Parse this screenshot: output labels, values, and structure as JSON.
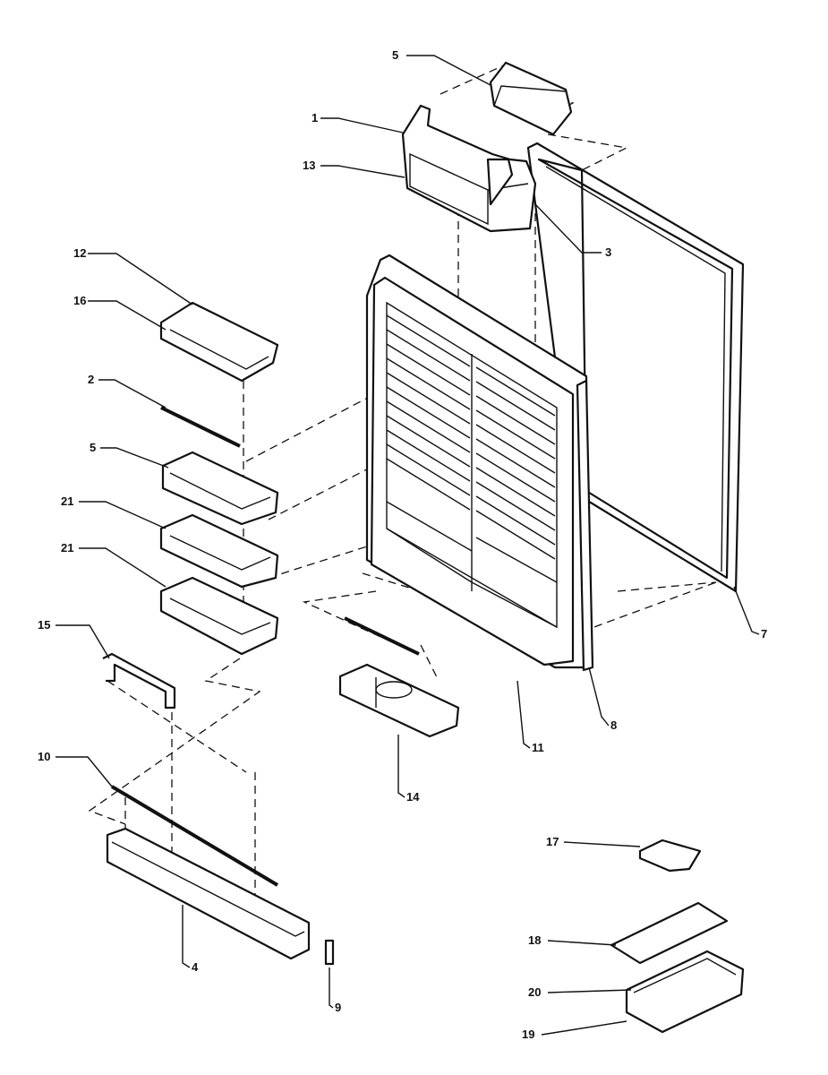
{
  "diagram": {
    "callouts": {
      "p1": "1",
      "p2": "2",
      "p3": "3",
      "p4": "4",
      "p5a": "5",
      "p5b": "5",
      "p7": "7",
      "p8": "8",
      "p9": "9",
      "p10": "10",
      "p11": "11",
      "p12": "12",
      "p13": "13",
      "p14": "14",
      "p15": "15",
      "p16": "16",
      "p17": "17",
      "p18": "18",
      "p19": "19",
      "p20": "20",
      "p21a": "21",
      "p21b": "21"
    }
  }
}
